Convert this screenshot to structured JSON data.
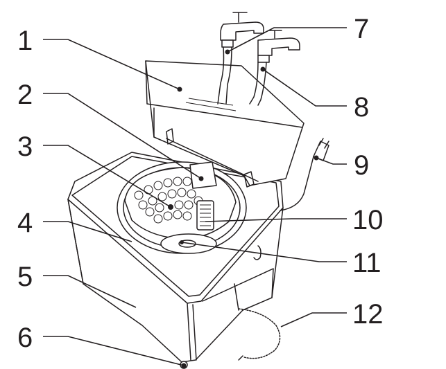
{
  "callouts": [
    {
      "id": "1",
      "label": "1"
    },
    {
      "id": "2",
      "label": "2"
    },
    {
      "id": "3",
      "label": "3"
    },
    {
      "id": "4",
      "label": "4"
    },
    {
      "id": "5",
      "label": "5"
    },
    {
      "id": "6",
      "label": "6"
    },
    {
      "id": "7",
      "label": "7"
    },
    {
      "id": "8",
      "label": "8"
    },
    {
      "id": "9",
      "label": "9"
    },
    {
      "id": "10",
      "label": "10"
    },
    {
      "id": "11",
      "label": "11"
    },
    {
      "id": "12",
      "label": "12"
    }
  ],
  "colors": {
    "line": "#231f20",
    "background": "#ffffff"
  },
  "icons": [
    "washing-machine-illustration",
    "water-tap-icon",
    "power-plug-icon",
    "drain-hose-icon"
  ]
}
